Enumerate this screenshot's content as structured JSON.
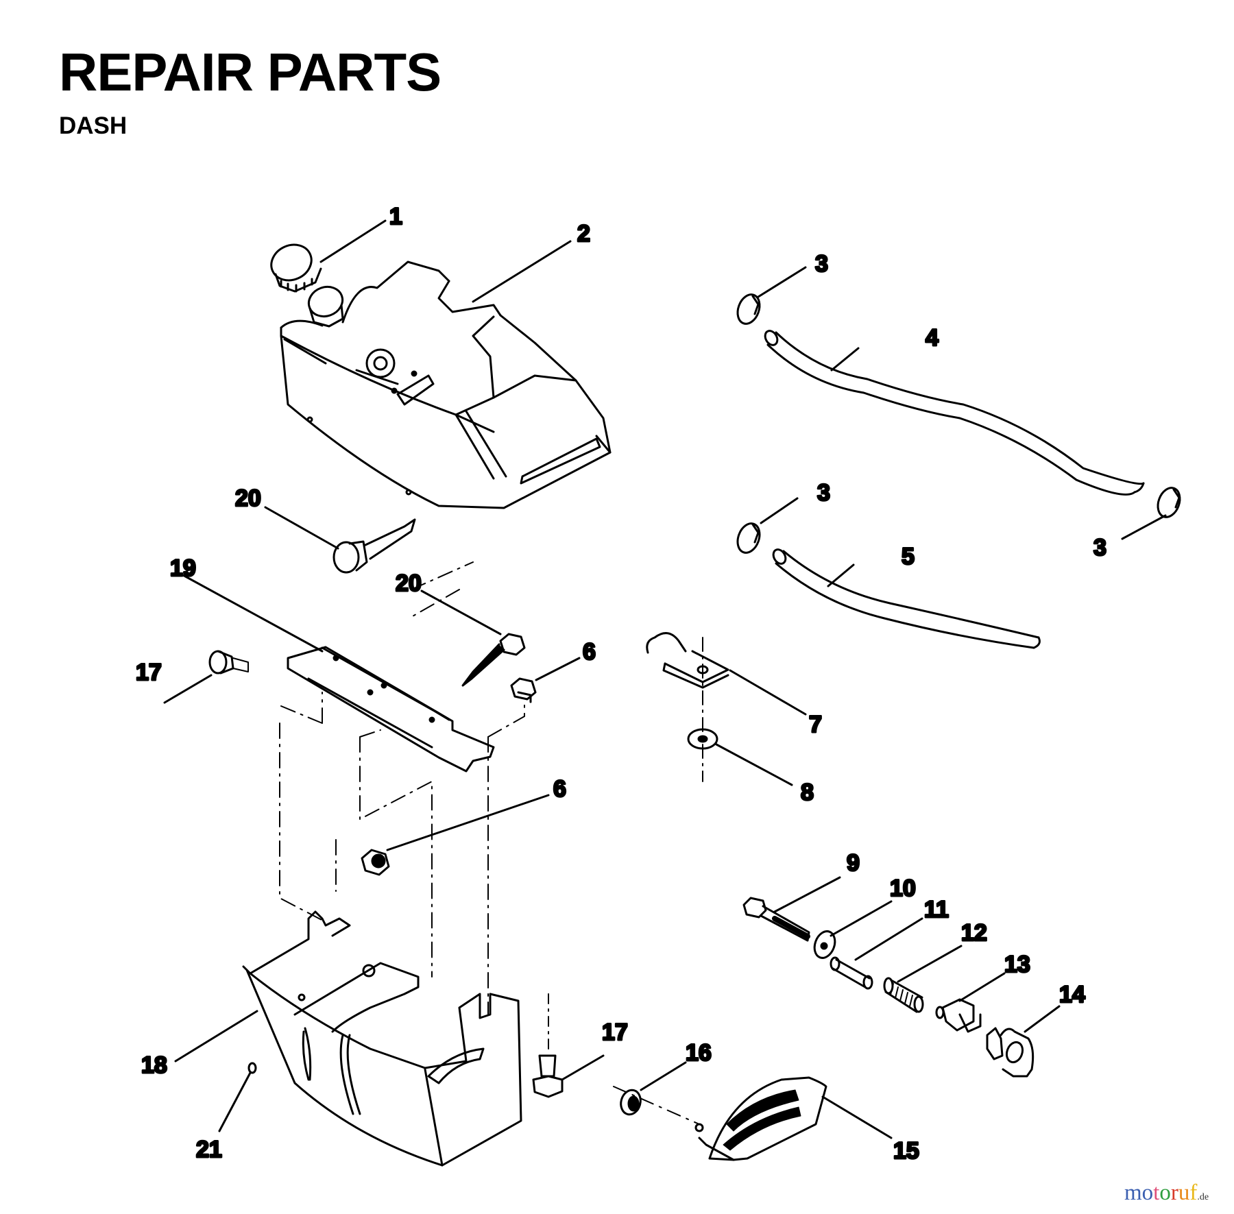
{
  "header": {
    "title": "REPAIR PARTS",
    "subtitle": "DASH"
  },
  "callouts": [
    {
      "id": "c1",
      "label": "1"
    },
    {
      "id": "c2",
      "label": "2"
    },
    {
      "id": "c3a",
      "label": "3"
    },
    {
      "id": "c3b",
      "label": "3"
    },
    {
      "id": "c3c",
      "label": "3"
    },
    {
      "id": "c4",
      "label": "4"
    },
    {
      "id": "c5",
      "label": "5"
    },
    {
      "id": "c6a",
      "label": "6"
    },
    {
      "id": "c6b",
      "label": "6"
    },
    {
      "id": "c7",
      "label": "7"
    },
    {
      "id": "c8",
      "label": "8"
    },
    {
      "id": "c9",
      "label": "9"
    },
    {
      "id": "c10",
      "label": "10"
    },
    {
      "id": "c11",
      "label": "11"
    },
    {
      "id": "c12",
      "label": "12"
    },
    {
      "id": "c13",
      "label": "13"
    },
    {
      "id": "c14",
      "label": "14"
    },
    {
      "id": "c15",
      "label": "15"
    },
    {
      "id": "c16",
      "label": "16"
    },
    {
      "id": "c17a",
      "label": "17"
    },
    {
      "id": "c17b",
      "label": "17"
    },
    {
      "id": "c18",
      "label": "18"
    },
    {
      "id": "c19",
      "label": "19"
    },
    {
      "id": "c20a",
      "label": "20"
    },
    {
      "id": "c20b",
      "label": "20"
    },
    {
      "id": "c21",
      "label": "21"
    }
  ],
  "watermark": {
    "letters": [
      "m",
      "o",
      "t",
      "o",
      "r",
      "u",
      "f"
    ],
    "colors": [
      "#3b5fb0",
      "#3b5fb0",
      "#e0507a",
      "#2e9e3e",
      "#d83a2a",
      "#e98a1a",
      "#e9b81a"
    ],
    "suffix": ".de"
  }
}
